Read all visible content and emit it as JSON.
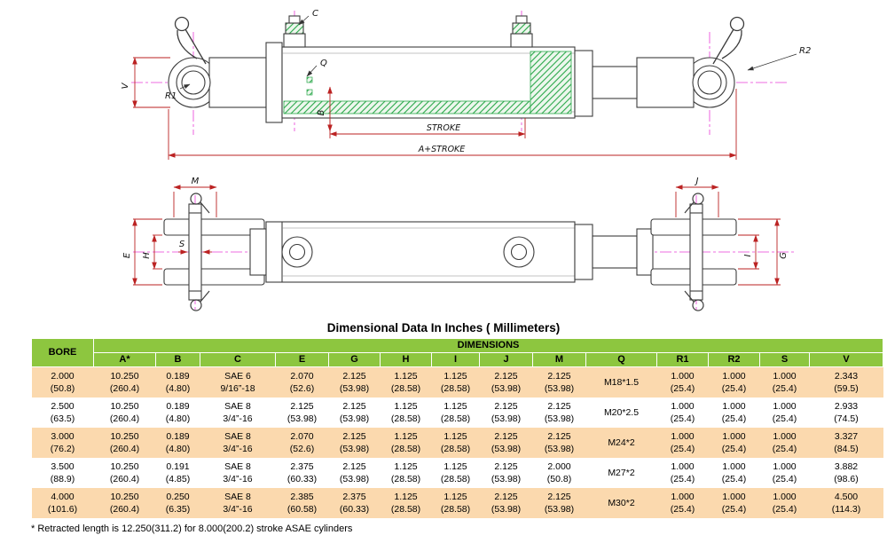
{
  "title": "Dimensional Data In Inches ( Millimeters)",
  "footnote": "* Retracted length is 12.250(311.2) for 8.000(200.2) stroke ASAE cylinders",
  "colors": {
    "header_green": "#8dc63f",
    "row_orange": "#fbd9ae",
    "dimension_red": "#bb2222",
    "centerline_magenta": "#e93cd7",
    "hatch_green": "#2aa84a"
  },
  "drawing": {
    "labels": {
      "c": "C",
      "q": "Q",
      "v": "V",
      "r1": "R1",
      "r2": "R2",
      "b": "B",
      "stroke": "STROKE",
      "a_stroke": "A+STROKE",
      "m": "M",
      "j": "J",
      "e": "E",
      "h": "H",
      "s": "S",
      "i": "I",
      "g": "G"
    }
  },
  "table": {
    "bore_header": "BORE",
    "dimensions_header": "DIMENSIONS",
    "columns": [
      "A*",
      "B",
      "C",
      "E",
      "G",
      "H",
      "I",
      "J",
      "M",
      "Q",
      "R1",
      "R2",
      "S",
      "V"
    ],
    "rows": [
      {
        "bore": [
          "2.000",
          "(50.8)"
        ],
        "cells": [
          [
            "10.250",
            "(260.4)"
          ],
          [
            "0.189",
            "(4.80)"
          ],
          [
            "SAE 6",
            "9/16”-18"
          ],
          [
            "2.070",
            "(52.6)"
          ],
          [
            "2.125",
            "(53.98)"
          ],
          [
            "1.125",
            "(28.58)"
          ],
          [
            "1.125",
            "(28.58)"
          ],
          [
            "2.125",
            "(53.98)"
          ],
          [
            "2.125",
            "(53.98)"
          ],
          [
            "M18*1.5"
          ],
          [
            "1.000",
            "(25.4)"
          ],
          [
            "1.000",
            "(25.4)"
          ],
          [
            "1.000",
            "(25.4)"
          ],
          [
            "2.343",
            "(59.5)"
          ]
        ]
      },
      {
        "bore": [
          "2.500",
          "(63.5)"
        ],
        "cells": [
          [
            "10.250",
            "(260.4)"
          ],
          [
            "0.189",
            "(4.80)"
          ],
          [
            "SAE 8",
            "3/4”-16"
          ],
          [
            "2.125",
            "(53.98)"
          ],
          [
            "2.125",
            "(53.98)"
          ],
          [
            "1.125",
            "(28.58)"
          ],
          [
            "1.125",
            "(28.58)"
          ],
          [
            "2.125",
            "(53.98)"
          ],
          [
            "2.125",
            "(53.98)"
          ],
          [
            "M20*2.5"
          ],
          [
            "1.000",
            "(25.4)"
          ],
          [
            "1.000",
            "(25.4)"
          ],
          [
            "1.000",
            "(25.4)"
          ],
          [
            "2.933",
            "(74.5)"
          ]
        ]
      },
      {
        "bore": [
          "3.000",
          "(76.2)"
        ],
        "cells": [
          [
            "10.250",
            "(260.4)"
          ],
          [
            "0.189",
            "(4.80)"
          ],
          [
            "SAE 8",
            "3/4”-16"
          ],
          [
            "2.070",
            "(52.6)"
          ],
          [
            "2.125",
            "(53.98)"
          ],
          [
            "1.125",
            "(28.58)"
          ],
          [
            "1.125",
            "(28.58)"
          ],
          [
            "2.125",
            "(53.98)"
          ],
          [
            "2.125",
            "(53.98)"
          ],
          [
            "M24*2"
          ],
          [
            "1.000",
            "(25.4)"
          ],
          [
            "1.000",
            "(25.4)"
          ],
          [
            "1.000",
            "(25.4)"
          ],
          [
            "3.327",
            "(84.5)"
          ]
        ]
      },
      {
        "bore": [
          "3.500",
          "(88.9)"
        ],
        "cells": [
          [
            "10.250",
            "(260.4)"
          ],
          [
            "0.191",
            "(4.85)"
          ],
          [
            "SAE 8",
            "3/4”-16"
          ],
          [
            "2.375",
            "(60.33)"
          ],
          [
            "2.125",
            "(53.98)"
          ],
          [
            "1.125",
            "(28.58)"
          ],
          [
            "1.125",
            "(28.58)"
          ],
          [
            "2.125",
            "(53.98)"
          ],
          [
            "2.000",
            "(50.8)"
          ],
          [
            "M27*2"
          ],
          [
            "1.000",
            "(25.4)"
          ],
          [
            "1.000",
            "(25.4)"
          ],
          [
            "1.000",
            "(25.4)"
          ],
          [
            "3.882",
            "(98.6)"
          ]
        ]
      },
      {
        "bore": [
          "4.000",
          "(101.6)"
        ],
        "cells": [
          [
            "10.250",
            "(260.4)"
          ],
          [
            "0.250",
            "(6.35)"
          ],
          [
            "SAE 8",
            "3/4”-16"
          ],
          [
            "2.385",
            "(60.58)"
          ],
          [
            "2.375",
            "(60.33)"
          ],
          [
            "1.125",
            "(28.58)"
          ],
          [
            "1.125",
            "(28.58)"
          ],
          [
            "2.125",
            "(53.98)"
          ],
          [
            "2.125",
            "(53.98)"
          ],
          [
            "M30*2"
          ],
          [
            "1.000",
            "(25.4)"
          ],
          [
            "1.000",
            "(25.4)"
          ],
          [
            "1.000",
            "(25.4)"
          ],
          [
            "4.500",
            "(114.3)"
          ]
        ]
      }
    ]
  }
}
